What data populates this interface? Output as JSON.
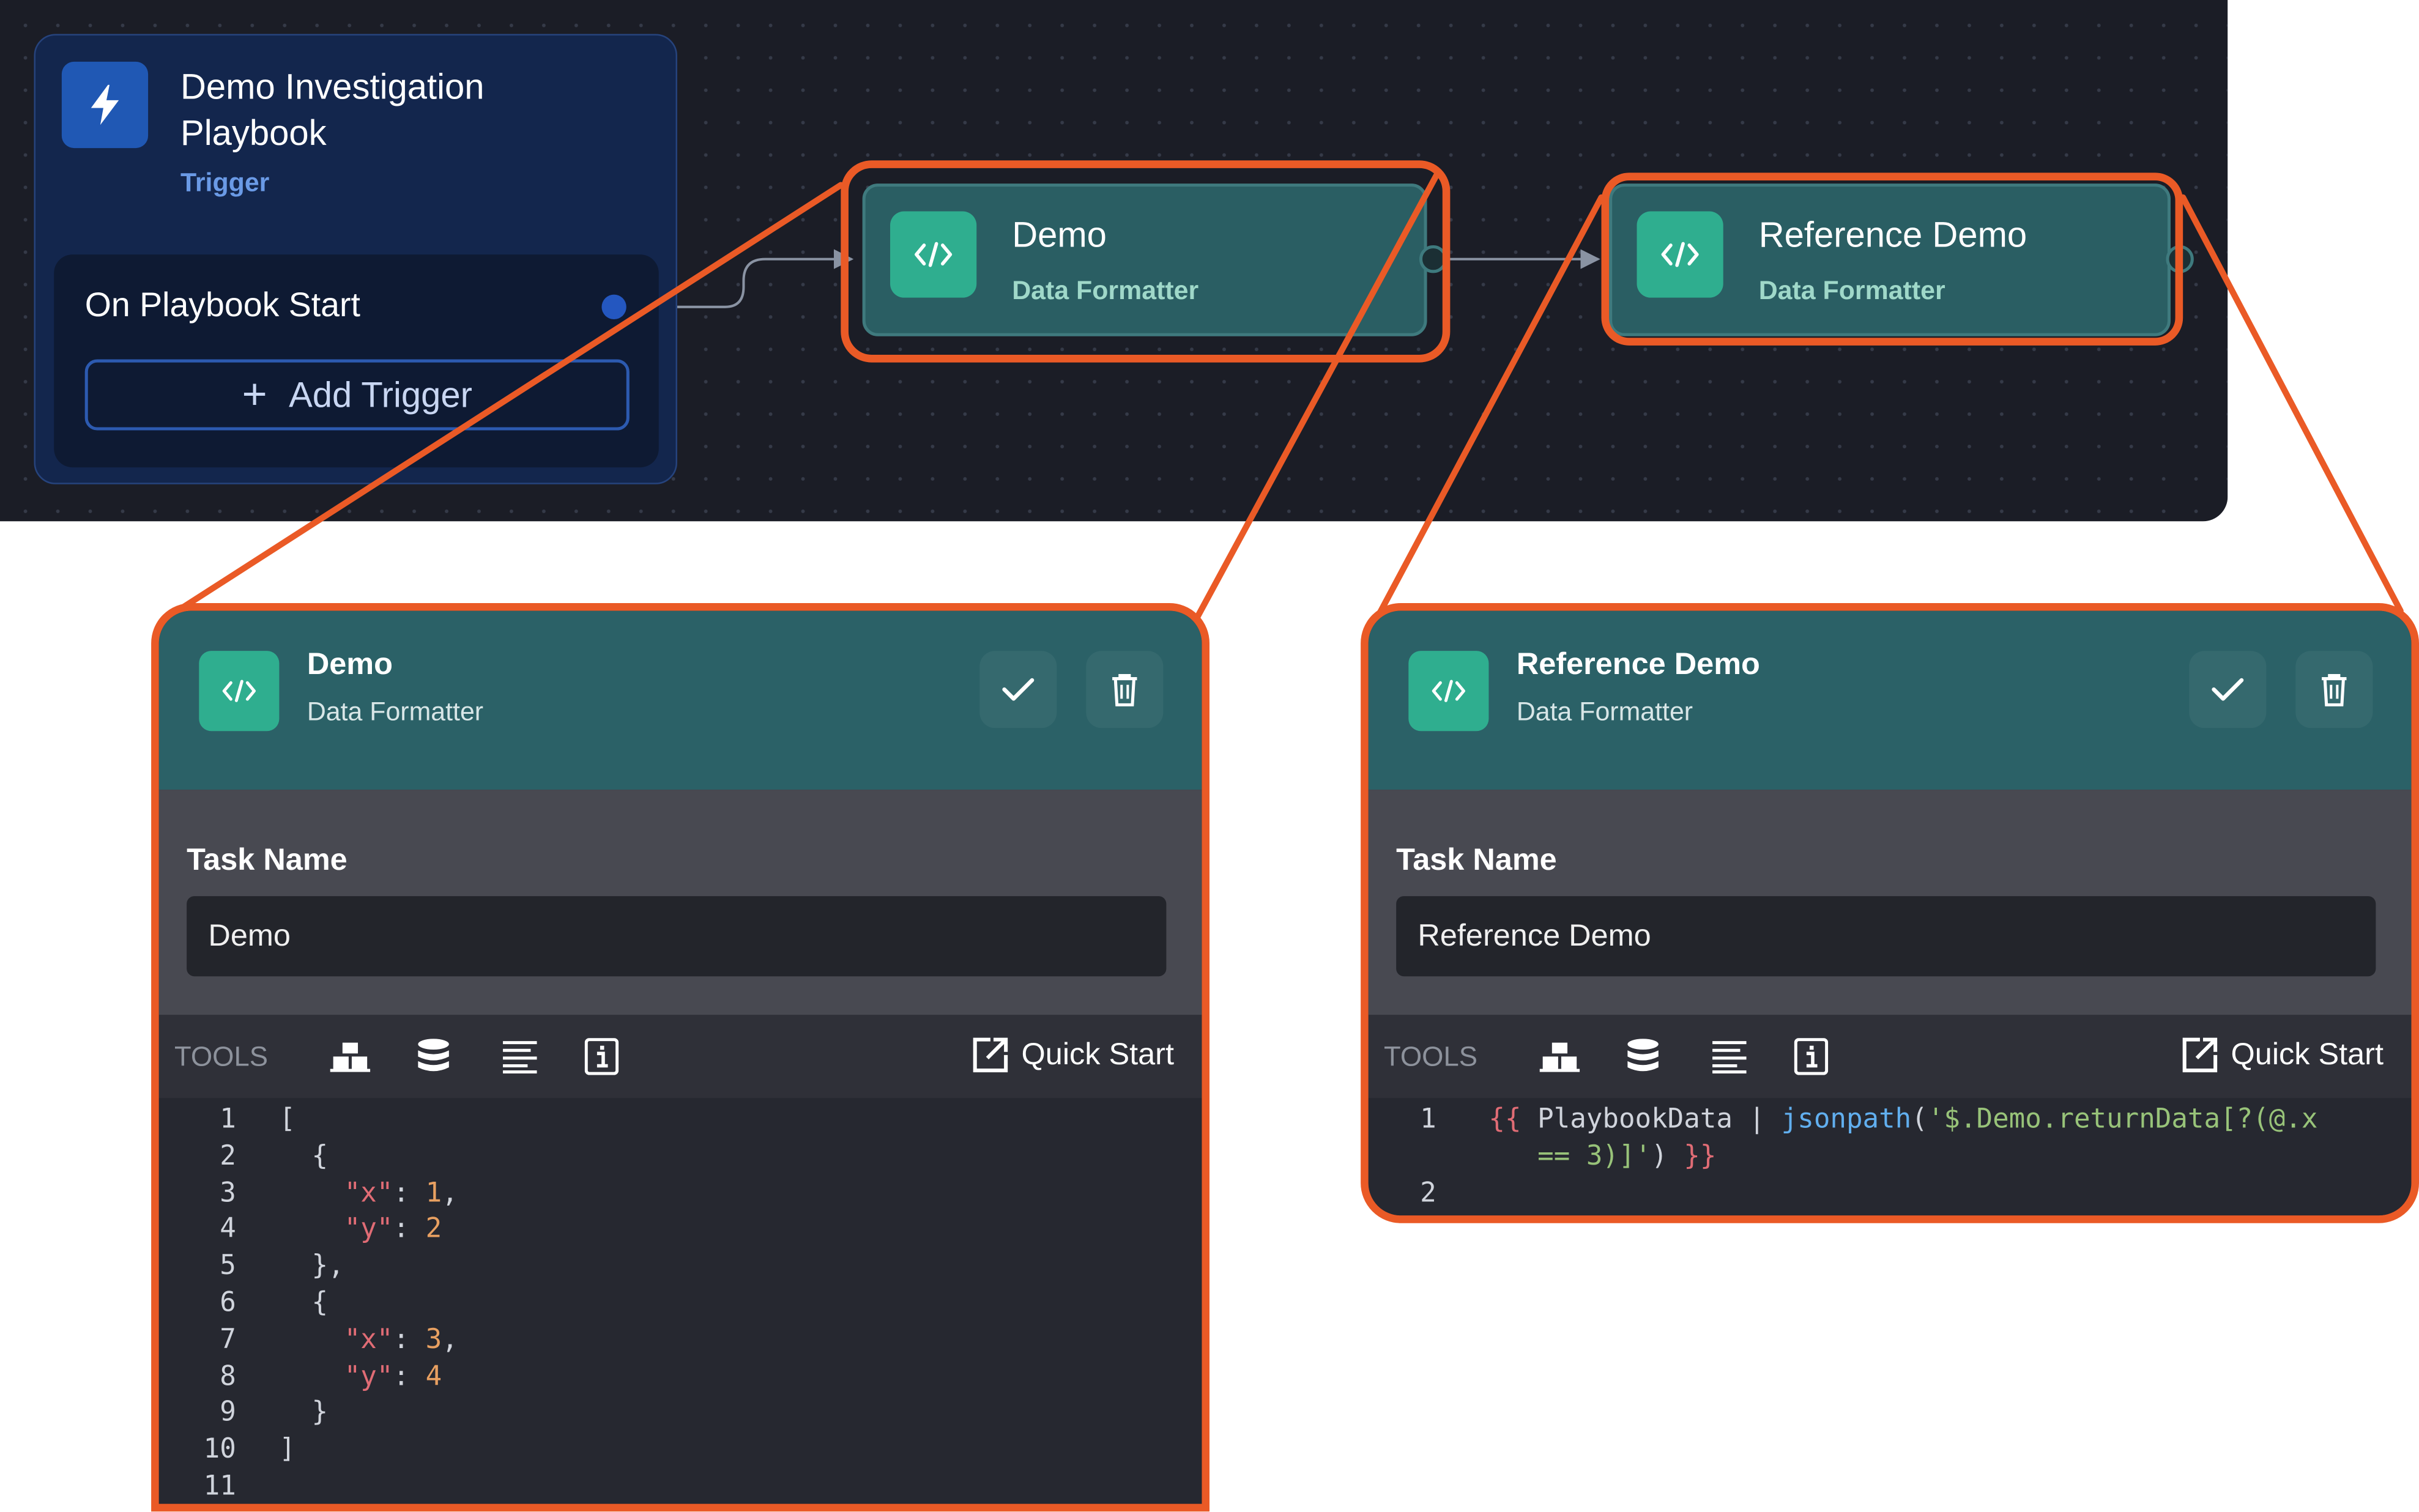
{
  "canvas": {
    "trigger_card": {
      "title": "Demo Investigation Playbook",
      "subtitle": "Trigger",
      "event_label": "On Playbook Start",
      "add_trigger_label": "Add Trigger",
      "icon": "lightning-bolt-icon"
    },
    "nodes": [
      {
        "title": "Demo",
        "subtitle": "Data Formatter",
        "icon": "code-icon"
      },
      {
        "title": "Reference Demo",
        "subtitle": "Data Formatter",
        "icon": "code-icon"
      }
    ]
  },
  "panels": [
    {
      "title": "Demo",
      "subtitle": "Data Formatter",
      "task_name_label": "Task Name",
      "task_name_value": "Demo",
      "tools_label": "TOOLS",
      "tool_icons": [
        "blocks-icon",
        "database-icon",
        "align-icon",
        "info-icon"
      ],
      "quick_start_label": "Quick Start",
      "line_numbers": [
        "1",
        "2",
        "3",
        "4",
        "5",
        "6",
        "7",
        "8",
        "9",
        "10",
        "11"
      ],
      "code_lines": [
        [
          {
            "t": "[",
            "c": ""
          }
        ],
        [
          {
            "t": "  {",
            "c": ""
          }
        ],
        [
          {
            "t": "    ",
            "c": ""
          },
          {
            "t": "\"x\"",
            "c": "str"
          },
          {
            "t": ": ",
            "c": ""
          },
          {
            "t": "1",
            "c": "num"
          },
          {
            "t": ",",
            "c": ""
          }
        ],
        [
          {
            "t": "    ",
            "c": ""
          },
          {
            "t": "\"y\"",
            "c": "str"
          },
          {
            "t": ": ",
            "c": ""
          },
          {
            "t": "2",
            "c": "num"
          }
        ],
        [
          {
            "t": "  },",
            "c": ""
          }
        ],
        [
          {
            "t": "  {",
            "c": ""
          }
        ],
        [
          {
            "t": "    ",
            "c": ""
          },
          {
            "t": "\"x\"",
            "c": "str"
          },
          {
            "t": ": ",
            "c": ""
          },
          {
            "t": "3",
            "c": "num"
          },
          {
            "t": ",",
            "c": ""
          }
        ],
        [
          {
            "t": "    ",
            "c": ""
          },
          {
            "t": "\"y\"",
            "c": "str"
          },
          {
            "t": ": ",
            "c": ""
          },
          {
            "t": "4",
            "c": "num"
          }
        ],
        [
          {
            "t": "  }",
            "c": ""
          }
        ],
        [
          {
            "t": "]",
            "c": ""
          }
        ],
        []
      ]
    },
    {
      "title": "Reference Demo",
      "subtitle": "Data Formatter",
      "task_name_label": "Task Name",
      "task_name_value": "Reference Demo",
      "tools_label": "TOOLS",
      "tool_icons": [
        "blocks-icon",
        "database-icon",
        "align-icon",
        "info-icon"
      ],
      "quick_start_label": "Quick Start",
      "line_numbers": [
        "1",
        "2"
      ],
      "code_lines": [
        [
          {
            "t": "{{ ",
            "c": "str"
          },
          {
            "t": "PlaybookData | ",
            "c": ""
          },
          {
            "t": "jsonpath",
            "c": "fn"
          },
          {
            "t": "(",
            "c": ""
          },
          {
            "t": "'$.Demo.returnData[?(@.x",
            "c": "lit"
          }
        ],
        [
          {
            "t": "   == 3)]'",
            "c": "lit"
          },
          {
            "t": ") ",
            "c": ""
          },
          {
            "t": "}}",
            "c": "str"
          }
        ],
        []
      ]
    }
  ],
  "colors": {
    "highlight": "#ea5a26",
    "node_teal": "#2a5e63",
    "icon_green": "#2fae8f",
    "trigger_blue": "#13264d"
  }
}
